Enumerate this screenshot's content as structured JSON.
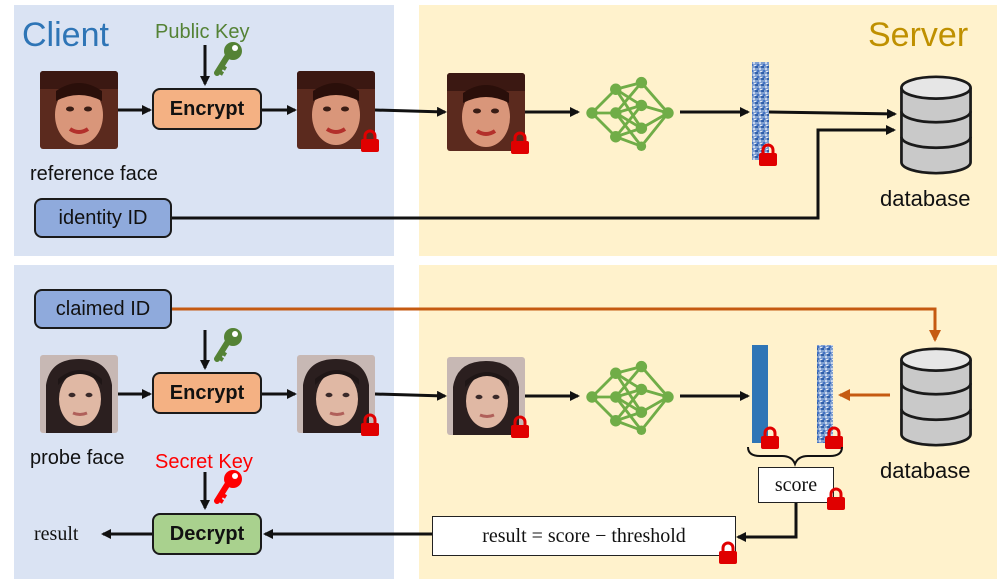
{
  "top": {
    "client_title": "Client",
    "server_title": "Server",
    "public_key_label": "Public Key",
    "encrypt_label": "Encrypt",
    "reference_face_label": "reference face",
    "identity_id_label": "identity ID",
    "database_label": "database"
  },
  "bottom": {
    "claimed_id_label": "claimed ID",
    "encrypt_label": "Encrypt",
    "probe_face_label": "probe face",
    "secret_key_label": "Secret Key",
    "decrypt_label": "Decrypt",
    "result_label": "result",
    "score_label": "score",
    "result_formula": "result = score − threshold",
    "database_label": "database"
  },
  "colors": {
    "client_bg": "#dae3f3",
    "server_bg": "#fff2cc",
    "client_title": "#2e75b6",
    "server_title": "#bf9000",
    "public_key": "#548235",
    "secret_key": "#ff0000",
    "encrypt_fill": "#f4b183",
    "decrypt_fill": "#a9d18e",
    "id_fill": "#8faadc",
    "orange_arrow": "#c55a11",
    "network": "#70ad47",
    "feature_plain": "#2e75b6",
    "lock": "#e00000"
  }
}
